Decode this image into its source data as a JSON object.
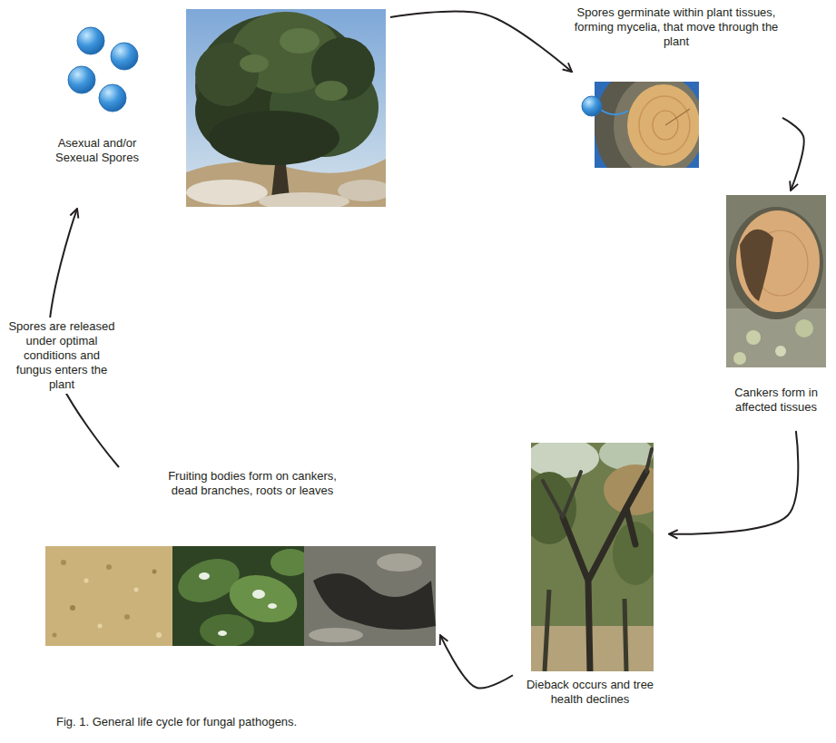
{
  "diagram": {
    "caption": "Fig. 1. General life cycle for fungal pathogens.",
    "nodes": [
      {
        "text": [
          "Asexual and/or Sexeual Spores"
        ]
      },
      {
        "text": [
          "Spores germinate within plant tissues, forming mycelia, that move through the plant"
        ]
      },
      {
        "text": [
          "Cankers form in affected tissues"
        ]
      },
      {
        "text": [
          "Dieback occurs and tree health declines"
        ]
      },
      {
        "text": [
          "Fruiting bodies form on cankers, dead branches, roots or leaves"
        ]
      }
    ],
    "edges": [
      {
        "from": 0,
        "to": 1,
        "arrow": "to"
      },
      {
        "from": 1,
        "to": 2,
        "arrow": "to"
      },
      {
        "from": 2,
        "to": 3,
        "arrow": "to"
      },
      {
        "from": 3,
        "to": 4,
        "arrow": "to"
      },
      {
        "from": 4,
        "to": 0,
        "arrow": "to",
        "label": "Spores are released under optimal conditions and fungus enters the plant"
      }
    ]
  }
}
